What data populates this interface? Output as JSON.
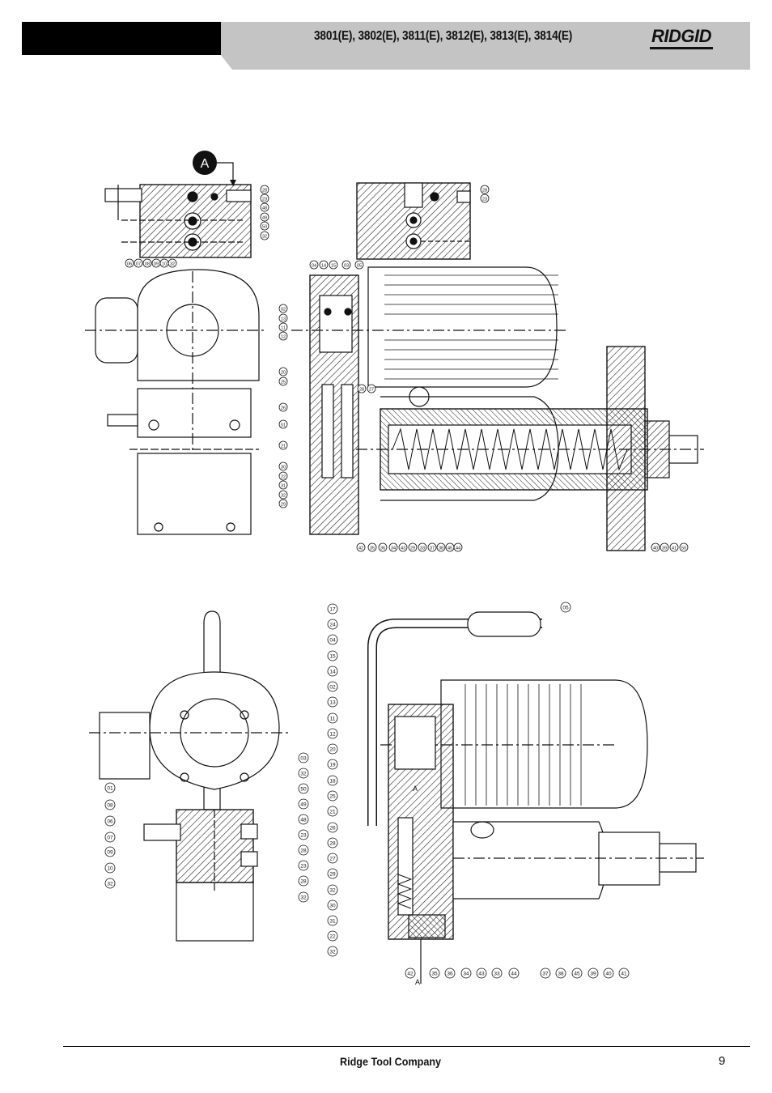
{
  "header": {
    "model_list": "3801(E), 3802(E), 3811(E), 3812(E), 3813(E), 3814(E)",
    "brand_logo": "RIDGID"
  },
  "diagram": {
    "callout": "A",
    "part_numbers": [
      "01",
      "02",
      "03",
      "04",
      "05",
      "06",
      "07",
      "08",
      "09",
      "10",
      "11",
      "12",
      "13",
      "14",
      "15",
      "17",
      "18",
      "19",
      "20",
      "21",
      "22",
      "23",
      "24",
      "25",
      "26",
      "27",
      "28",
      "29",
      "30",
      "31",
      "32",
      "33",
      "34",
      "35",
      "36",
      "37",
      "38",
      "39",
      "40",
      "41",
      "42",
      "43",
      "44",
      "45",
      "48",
      "49",
      "50"
    ]
  },
  "footer": {
    "company": "Ridge Tool Company",
    "page_number": "9"
  }
}
